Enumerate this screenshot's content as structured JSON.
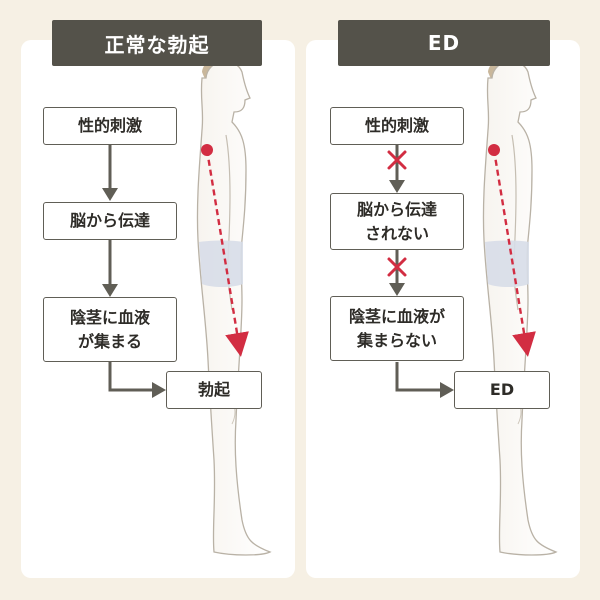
{
  "colors": {
    "background": "#f6f0e4",
    "header": "#54524a",
    "arrow": "#605e56",
    "accent": "#d22d42"
  },
  "left": {
    "title": "正常な勃起",
    "steps": [
      "性的刺激",
      "脳から伝達",
      "陰茎に血液\nが集まる"
    ],
    "result": "勃起"
  },
  "right": {
    "title": "ED",
    "steps": [
      "性的刺激",
      "脳から伝達\nされない",
      "陰茎に血液が\n集まらない"
    ],
    "result": "ED"
  },
  "icons": [
    "cross-icon",
    "cross-icon"
  ]
}
